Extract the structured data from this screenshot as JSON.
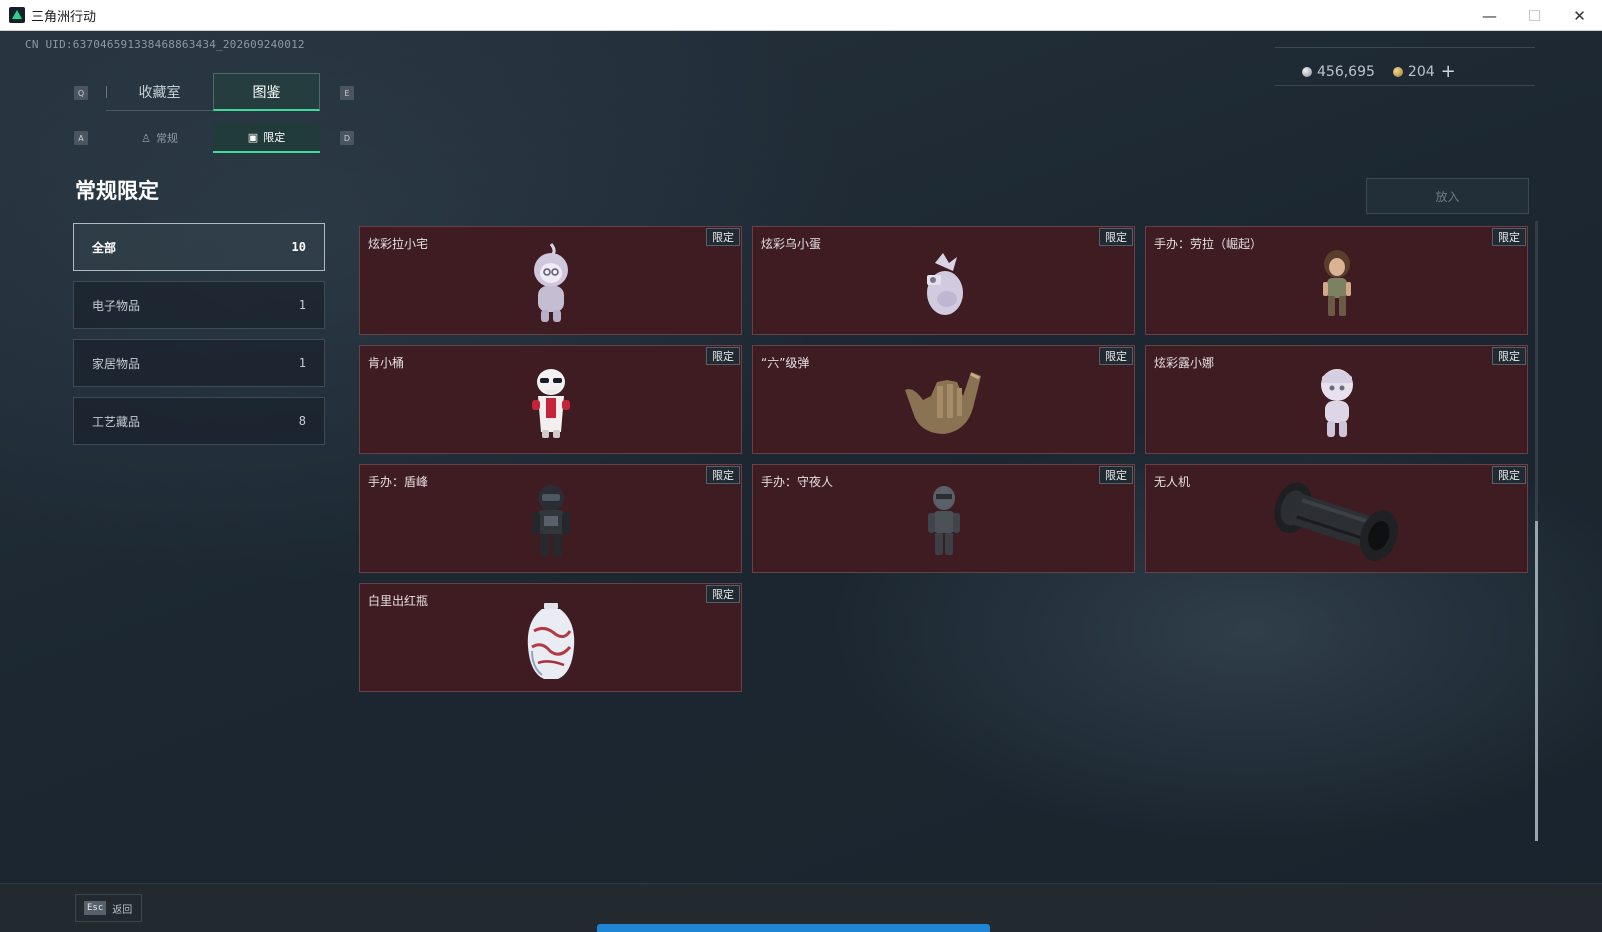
{
  "window": {
    "title": "三角洲行动",
    "minimize": "—",
    "maximize": "☐",
    "close": "✕"
  },
  "uid": "CN UID:637046591338468863434_202609240012",
  "currency": {
    "silver": "456,695",
    "gold": "204",
    "add": "+"
  },
  "keys": {
    "q": "Q",
    "e": "E",
    "a": "A",
    "d": "D"
  },
  "tabs_main": [
    {
      "label": "收藏室"
    },
    {
      "label": "图鉴"
    }
  ],
  "tabs_sub": [
    {
      "label": "常规",
      "icon": "figure-icon"
    },
    {
      "label": "限定",
      "icon": "image-icon"
    }
  ],
  "section_title": "常规限定",
  "put_button": "放入",
  "categories": [
    {
      "label": "全部",
      "count": "10"
    },
    {
      "label": "电子物品",
      "count": "1"
    },
    {
      "label": "家居物品",
      "count": "1"
    },
    {
      "label": "工艺藏品",
      "count": "8"
    }
  ],
  "badge_label": "限定",
  "items": [
    {
      "name": "炫彩拉小宅",
      "icon": "hooded-figurine-icon"
    },
    {
      "name": "炫彩乌小蛋",
      "icon": "egg-figurine-icon"
    },
    {
      "name": "手办：劳拉（崛起）",
      "icon": "explorer-figurine-icon"
    },
    {
      "name": "肯小桶",
      "icon": "bucket-figurine-icon"
    },
    {
      "name": "“六”级弹",
      "icon": "shaka-hand-icon"
    },
    {
      "name": "炫彩露小娜",
      "icon": "girl-figurine-icon"
    },
    {
      "name": "手办：盾峰",
      "icon": "soldier-figurine-icon"
    },
    {
      "name": "手办：守夜人",
      "icon": "robot-figurine-icon"
    },
    {
      "name": "无人机",
      "icon": "drone-wheel-icon"
    },
    {
      "name": "白里出红瓶",
      "icon": "porcelain-vase-icon"
    }
  ],
  "back": {
    "key": "Esc",
    "label": "返回"
  },
  "colors": {
    "card_bg": "#3f1c22",
    "accent": "#3ddc9a",
    "progress": "#1f86d6"
  }
}
